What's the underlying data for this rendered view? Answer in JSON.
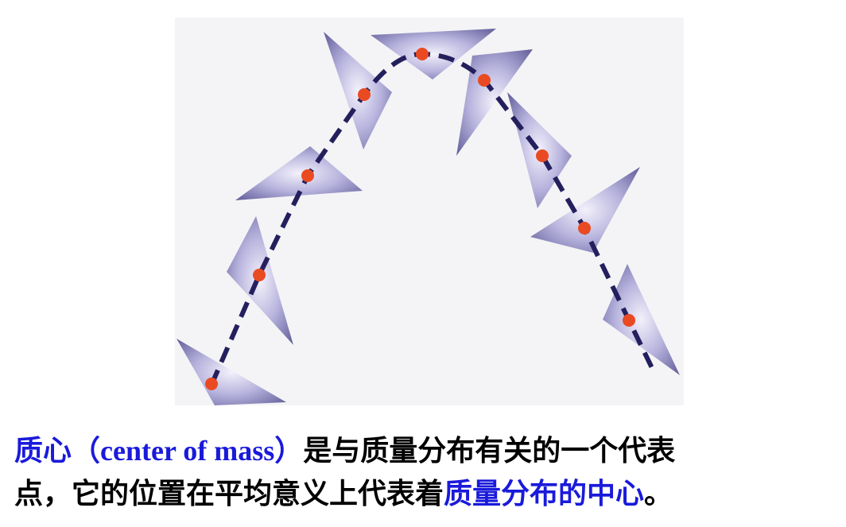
{
  "caption": {
    "line1": [
      {
        "text": "质心（center of mass）",
        "highlight": true
      },
      {
        "text": "是与质量分布有关的一个代表",
        "highlight": false
      }
    ],
    "line2": [
      {
        "text": "点，它的位置在平均意义上代表着",
        "highlight": false
      },
      {
        "text": "质量分布的中心",
        "highlight": true
      },
      {
        "text": "。",
        "highlight": false
      }
    ]
  },
  "colors": {
    "highlight_text": "#1a1adb",
    "body_text": "#000000",
    "triangle_edge": "#55508f",
    "triangle_light": "#f3f1fb",
    "center_dot": "#ea4a22",
    "trajectory": "#24205e",
    "panel_background": "#f4f4f6"
  }
}
